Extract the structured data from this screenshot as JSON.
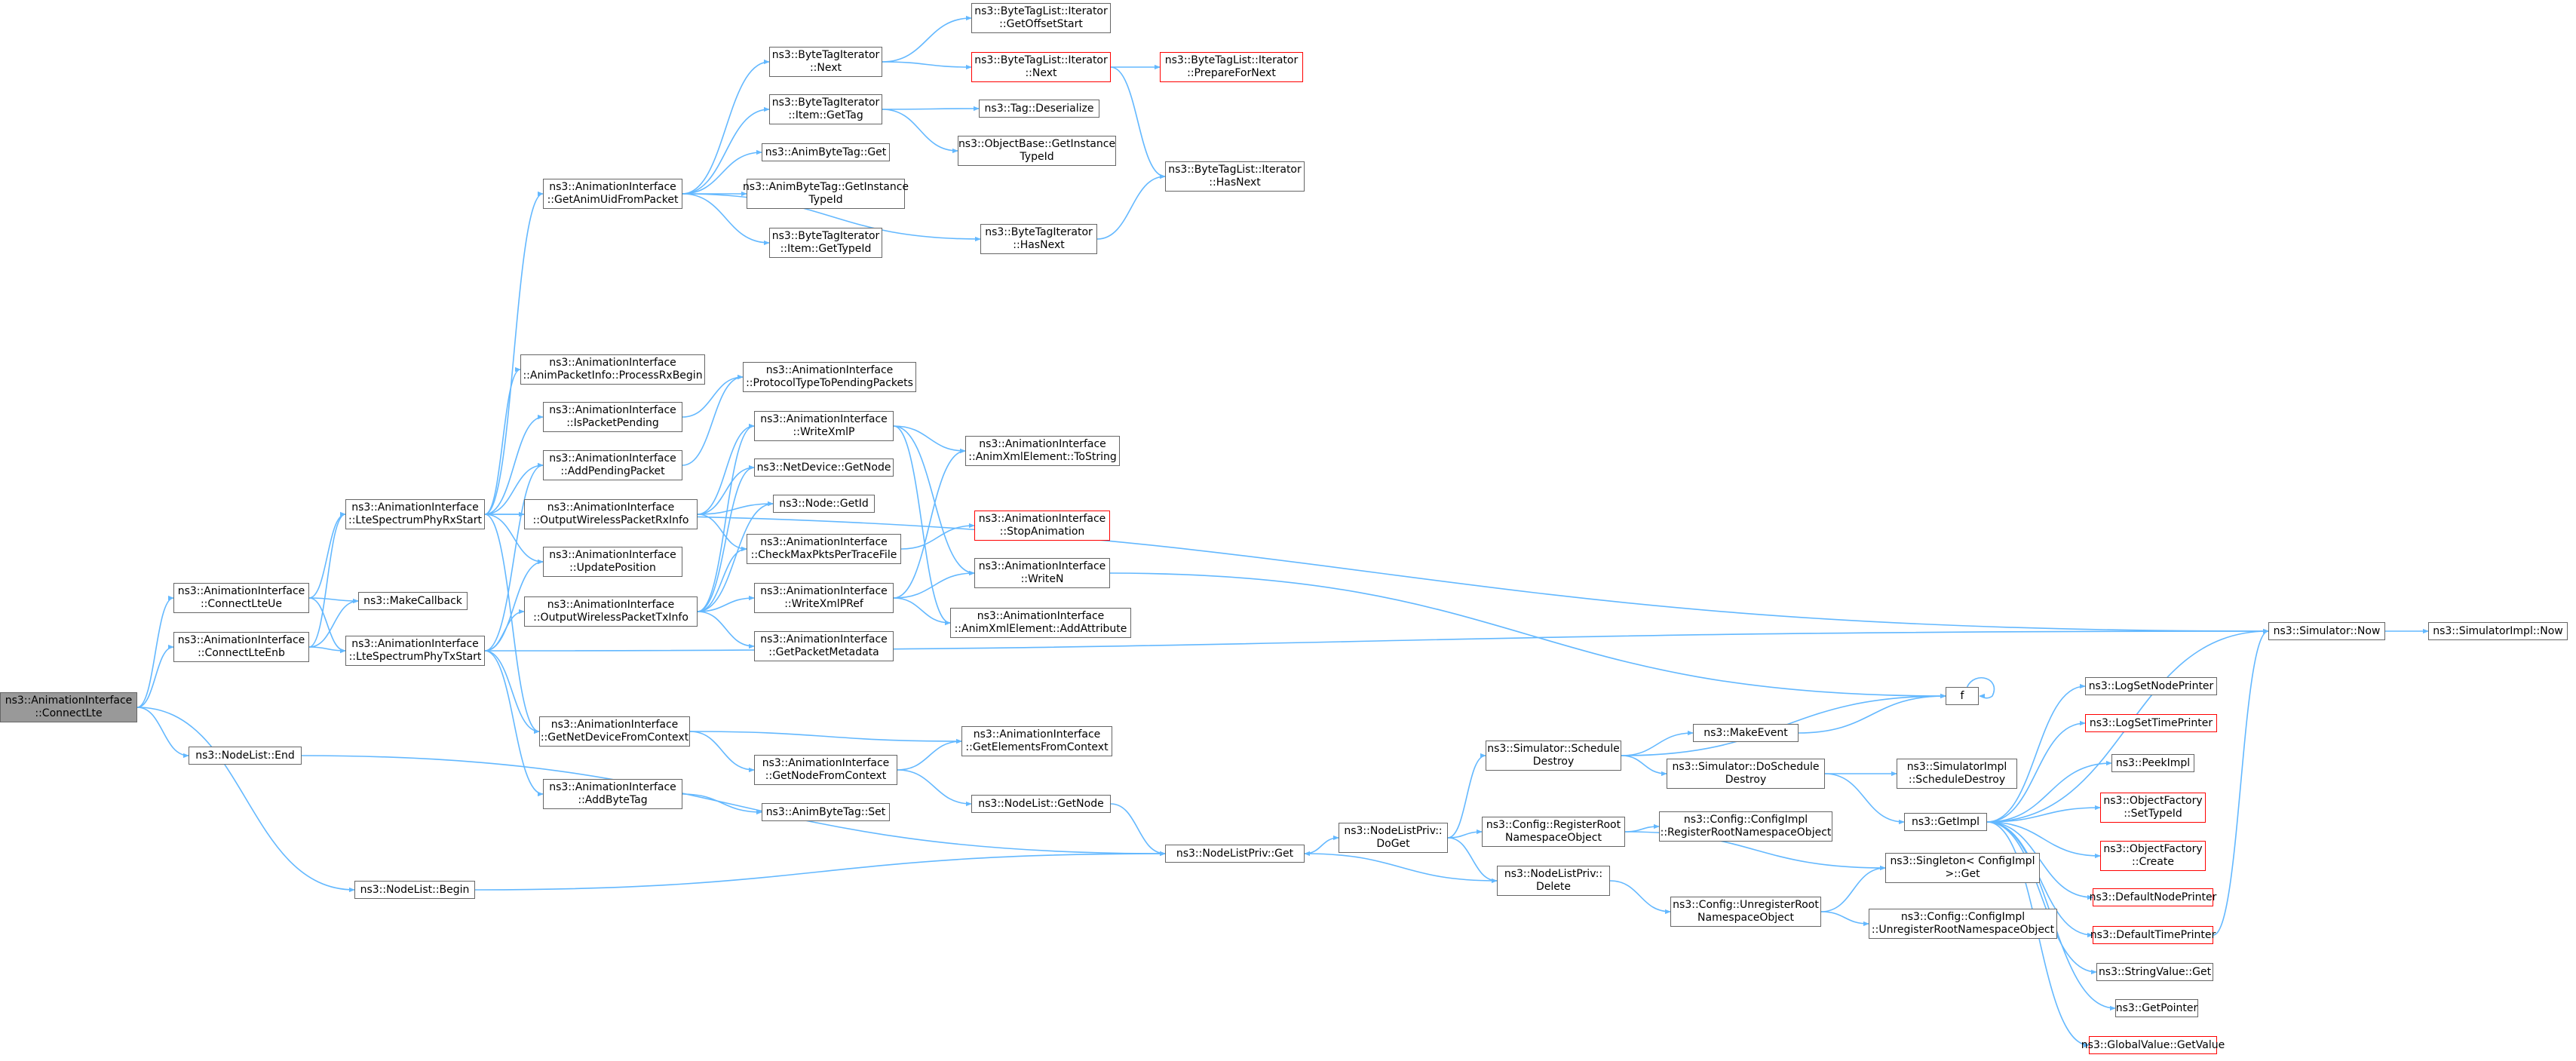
{
  "graph": {
    "edge_color": "#63b8ff",
    "node_border_color": "#666666",
    "truncated_border_color": "#ff0000",
    "root_fill": "#999999",
    "nodes": [
      {
        "id": "root",
        "label": "ns3::AnimationInterface\n::ConnectLte",
        "root": true
      },
      {
        "id": "connectLteUe",
        "label": "ns3::AnimationInterface\n::ConnectLteUe"
      },
      {
        "id": "connectLteEnb",
        "label": "ns3::AnimationInterface\n::ConnectLteEnb"
      },
      {
        "id": "nodeListEnd",
        "label": "ns3::NodeList::End"
      },
      {
        "id": "nodeListBegin",
        "label": "ns3::NodeList::Begin"
      },
      {
        "id": "makeCallback",
        "label": "ns3::MakeCallback"
      },
      {
        "id": "lteRx",
        "label": "ns3::AnimationInterface\n::LteSpectrumPhyRxStart"
      },
      {
        "id": "lteTx",
        "label": "ns3::AnimationInterface\n::LteSpectrumPhyTxStart"
      },
      {
        "id": "getAnimUid",
        "label": "ns3::AnimationInterface\n::GetAnimUidFromPacket"
      },
      {
        "id": "processRxBegin",
        "label": "ns3::AnimationInterface\n::AnimPacketInfo::ProcessRxBegin"
      },
      {
        "id": "isPacketPending",
        "label": "ns3::AnimationInterface\n::IsPacketPending"
      },
      {
        "id": "addPendingPacket",
        "label": "ns3::AnimationInterface\n::AddPendingPacket"
      },
      {
        "id": "outRx",
        "label": "ns3::AnimationInterface\n::OutputWirelessPacketRxInfo"
      },
      {
        "id": "updatePosition",
        "label": "ns3::AnimationInterface\n::UpdatePosition"
      },
      {
        "id": "outTx",
        "label": "ns3::AnimationInterface\n::OutputWirelessPacketTxInfo"
      },
      {
        "id": "getNetDevFromCtx",
        "label": "ns3::AnimationInterface\n::GetNetDeviceFromContext"
      },
      {
        "id": "addByteTag",
        "label": "ns3::AnimationInterface\n::AddByteTag"
      },
      {
        "id": "btiNext",
        "label": "ns3::ByteTagIterator\n::Next"
      },
      {
        "id": "btiItemGetTag",
        "label": "ns3::ByteTagIterator\n::Item::GetTag"
      },
      {
        "id": "abtGet",
        "label": "ns3::AnimByteTag::Get"
      },
      {
        "id": "abtGetInstanceTypeId",
        "label": "ns3::AnimByteTag::GetInstance\nTypeId"
      },
      {
        "id": "btiItemGetTypeId",
        "label": "ns3::ByteTagIterator\n::Item::GetTypeId"
      },
      {
        "id": "btlGetOffsetStart",
        "label": "ns3::ByteTagList::Iterator\n::GetOffsetStart"
      },
      {
        "id": "btlNext",
        "label": "ns3::ByteTagList::Iterator\n::Next",
        "truncated": true
      },
      {
        "id": "tagDeserialize",
        "label": "ns3::Tag::Deserialize"
      },
      {
        "id": "objBaseGetInstanceTypeId",
        "label": "ns3::ObjectBase::GetInstance\nTypeId"
      },
      {
        "id": "btiHasNext",
        "label": "ns3::ByteTagIterator\n::HasNext"
      },
      {
        "id": "btlPrepareForNext",
        "label": "ns3::ByteTagList::Iterator\n::PrepareForNext",
        "truncated": true
      },
      {
        "id": "btlHasNext",
        "label": "ns3::ByteTagList::Iterator\n::HasNext"
      },
      {
        "id": "protoTypeToPending",
        "label": "ns3::AnimationInterface\n::ProtocolTypeToPendingPackets"
      },
      {
        "id": "writeXmlP",
        "label": "ns3::AnimationInterface\n::WriteXmlP"
      },
      {
        "id": "netDeviceGetNode",
        "label": "ns3::NetDevice::GetNode"
      },
      {
        "id": "nodeGetId",
        "label": "ns3::Node::GetId"
      },
      {
        "id": "checkMaxPkts",
        "label": "ns3::AnimationInterface\n::CheckMaxPktsPerTraceFile"
      },
      {
        "id": "writeXmlPRef",
        "label": "ns3::AnimationInterface\n::WriteXmlPRef"
      },
      {
        "id": "getPacketMetadata",
        "label": "ns3::AnimationInterface\n::GetPacketMetadata"
      },
      {
        "id": "animXmlToString",
        "label": "ns3::AnimationInterface\n::AnimXmlElement::ToString"
      },
      {
        "id": "stopAnimation",
        "label": "ns3::AnimationInterface\n::StopAnimation",
        "truncated": true
      },
      {
        "id": "writeN",
        "label": "ns3::AnimationInterface\n::WriteN"
      },
      {
        "id": "animXmlAddAttr",
        "label": "ns3::AnimationInterface\n::AnimXmlElement::AddAttribute"
      },
      {
        "id": "getNodeFromCtx",
        "label": "ns3::AnimationInterface\n::GetNodeFromContext"
      },
      {
        "id": "getElementsFromCtx",
        "label": "ns3::AnimationInterface\n::GetElementsFromContext"
      },
      {
        "id": "abtSet",
        "label": "ns3::AnimByteTag::Set"
      },
      {
        "id": "nodeListGetNode",
        "label": "ns3::NodeList::GetNode"
      },
      {
        "id": "nlpGet",
        "label": "ns3::NodeListPriv::Get"
      },
      {
        "id": "nlpDoGet",
        "label": "ns3::NodeListPriv::\nDoGet"
      },
      {
        "id": "simSchedDestroy",
        "label": "ns3::Simulator::Schedule\nDestroy"
      },
      {
        "id": "cfgRegisterRoot",
        "label": "ns3::Config::RegisterRoot\nNamespaceObject"
      },
      {
        "id": "nlpDelete",
        "label": "ns3::NodeListPriv::\nDelete"
      },
      {
        "id": "makeEvent",
        "label": "ns3::MakeEvent"
      },
      {
        "id": "simDoSchedDestroy",
        "label": "ns3::Simulator::DoSchedule\nDestroy"
      },
      {
        "id": "cfgImplRegisterRoot",
        "label": "ns3::Config::ConfigImpl\n::RegisterRootNamespaceObject"
      },
      {
        "id": "cfgUnregisterRoot",
        "label": "ns3::Config::UnregisterRoot\nNamespaceObject"
      },
      {
        "id": "singletonGet",
        "label": "ns3::Singleton< ConfigImpl\n>::Get"
      },
      {
        "id": "cfgImplUnregisterRoot",
        "label": "ns3::Config::ConfigImpl\n::UnregisterRootNamespaceObject"
      },
      {
        "id": "simImplSchedDestroy",
        "label": "ns3::SimulatorImpl\n::ScheduleDestroy"
      },
      {
        "id": "getImpl",
        "label": "ns3::GetImpl"
      },
      {
        "id": "f",
        "label": "f"
      },
      {
        "id": "simNow",
        "label": "ns3::Simulator::Now"
      },
      {
        "id": "simImplNow",
        "label": "ns3::SimulatorImpl::Now"
      },
      {
        "id": "logSetNodePrinter",
        "label": "ns3::LogSetNodePrinter"
      },
      {
        "id": "logSetTimePrinter",
        "label": "ns3::LogSetTimePrinter",
        "truncated": true
      },
      {
        "id": "peekImpl",
        "label": "ns3::PeekImpl"
      },
      {
        "id": "ofSetTypeId",
        "label": "ns3::ObjectFactory\n::SetTypeId",
        "truncated": true
      },
      {
        "id": "ofCreate",
        "label": "ns3::ObjectFactory\n::Create",
        "truncated": true
      },
      {
        "id": "defaultNodePrinter",
        "label": "ns3::DefaultNodePrinter",
        "truncated": true
      },
      {
        "id": "defaultTimePrinter",
        "label": "ns3::DefaultTimePrinter",
        "truncated": true
      },
      {
        "id": "stringValueGet",
        "label": "ns3::StringValue::Get"
      },
      {
        "id": "getPointer",
        "label": "ns3::GetPointer"
      },
      {
        "id": "globalValueGetValue",
        "label": "ns3::GlobalValue::GetValue",
        "truncated": true
      }
    ],
    "edges": [
      [
        "root",
        "connectLteUe"
      ],
      [
        "root",
        "connectLteEnb"
      ],
      [
        "root",
        "nodeListEnd"
      ],
      [
        "root",
        "nodeListBegin"
      ],
      [
        "connectLteUe",
        "makeCallback"
      ],
      [
        "connectLteUe",
        "lteRx"
      ],
      [
        "connectLteUe",
        "lteTx"
      ],
      [
        "connectLteEnb",
        "makeCallback"
      ],
      [
        "connectLteEnb",
        "lteRx"
      ],
      [
        "connectLteEnb",
        "lteTx"
      ],
      [
        "nodeListEnd",
        "nlpGet"
      ],
      [
        "nodeListBegin",
        "nlpGet"
      ],
      [
        "lteRx",
        "getAnimUid"
      ],
      [
        "lteRx",
        "processRxBegin"
      ],
      [
        "lteRx",
        "isPacketPending"
      ],
      [
        "lteRx",
        "addPendingPacket"
      ],
      [
        "lteRx",
        "outRx"
      ],
      [
        "lteRx",
        "updatePosition"
      ],
      [
        "lteRx",
        "getNetDevFromCtx"
      ],
      [
        "lteRx",
        "simNow"
      ],
      [
        "lteTx",
        "addByteTag"
      ],
      [
        "lteTx",
        "getNetDevFromCtx"
      ],
      [
        "lteTx",
        "outTx"
      ],
      [
        "lteTx",
        "updatePosition"
      ],
      [
        "lteTx",
        "addPendingPacket"
      ],
      [
        "lteTx",
        "simNow"
      ],
      [
        "getAnimUid",
        "btiNext"
      ],
      [
        "getAnimUid",
        "btiItemGetTag"
      ],
      [
        "getAnimUid",
        "abtGet"
      ],
      [
        "getAnimUid",
        "abtGetInstanceTypeId"
      ],
      [
        "getAnimUid",
        "btiItemGetTypeId"
      ],
      [
        "getAnimUid",
        "btiHasNext"
      ],
      [
        "btiNext",
        "btlGetOffsetStart"
      ],
      [
        "btiNext",
        "btlNext"
      ],
      [
        "btiItemGetTag",
        "tagDeserialize"
      ],
      [
        "btiItemGetTag",
        "objBaseGetInstanceTypeId"
      ],
      [
        "btlNext",
        "btlPrepareForNext"
      ],
      [
        "btlNext",
        "btlHasNext"
      ],
      [
        "btiHasNext",
        "btlHasNext"
      ],
      [
        "isPacketPending",
        "protoTypeToPending"
      ],
      [
        "addPendingPacket",
        "protoTypeToPending"
      ],
      [
        "outRx",
        "writeXmlP"
      ],
      [
        "outRx",
        "netDeviceGetNode"
      ],
      [
        "outRx",
        "nodeGetId"
      ],
      [
        "outRx",
        "checkMaxPkts"
      ],
      [
        "outTx",
        "writeXmlP"
      ],
      [
        "outTx",
        "netDeviceGetNode"
      ],
      [
        "outTx",
        "nodeGetId"
      ],
      [
        "outTx",
        "checkMaxPkts"
      ],
      [
        "outTx",
        "writeXmlPRef"
      ],
      [
        "outTx",
        "getPacketMetadata"
      ],
      [
        "writeXmlP",
        "animXmlToString"
      ],
      [
        "writeXmlP",
        "writeN"
      ],
      [
        "writeXmlP",
        "animXmlAddAttr"
      ],
      [
        "writeXmlPRef",
        "animXmlToString"
      ],
      [
        "writeXmlPRef",
        "writeN"
      ],
      [
        "writeXmlPRef",
        "animXmlAddAttr"
      ],
      [
        "checkMaxPkts",
        "stopAnimation"
      ],
      [
        "writeN",
        "f"
      ],
      [
        "getNetDevFromCtx",
        "getNodeFromCtx"
      ],
      [
        "getNetDevFromCtx",
        "getElementsFromCtx"
      ],
      [
        "getNodeFromCtx",
        "getElementsFromCtx"
      ],
      [
        "getNodeFromCtx",
        "nodeListGetNode"
      ],
      [
        "addByteTag",
        "abtSet"
      ],
      [
        "nodeListGetNode",
        "nlpGet"
      ],
      [
        "nlpGet",
        "nlpDoGet"
      ],
      [
        "nlpDoGet",
        "simSchedDestroy"
      ],
      [
        "nlpDoGet",
        "cfgRegisterRoot"
      ],
      [
        "nlpDoGet",
        "nlpDelete"
      ],
      [
        "nlpDelete",
        "nlpGet"
      ],
      [
        "nlpDelete",
        "cfgUnregisterRoot"
      ],
      [
        "simSchedDestroy",
        "makeEvent"
      ],
      [
        "simSchedDestroy",
        "simDoSchedDestroy"
      ],
      [
        "simSchedDestroy",
        "f"
      ],
      [
        "makeEvent",
        "f"
      ],
      [
        "f",
        "f"
      ],
      [
        "simDoSchedDestroy",
        "simImplSchedDestroy"
      ],
      [
        "simDoSchedDestroy",
        "getImpl"
      ],
      [
        "cfgRegisterRoot",
        "cfgImplRegisterRoot"
      ],
      [
        "cfgRegisterRoot",
        "singletonGet"
      ],
      [
        "cfgUnregisterRoot",
        "singletonGet"
      ],
      [
        "cfgUnregisterRoot",
        "cfgImplUnregisterRoot"
      ],
      [
        "simNow",
        "simImplNow"
      ],
      [
        "getImpl",
        "simNow"
      ],
      [
        "getImpl",
        "logSetNodePrinter"
      ],
      [
        "getImpl",
        "logSetTimePrinter"
      ],
      [
        "getImpl",
        "peekImpl"
      ],
      [
        "getImpl",
        "ofSetTypeId"
      ],
      [
        "getImpl",
        "ofCreate"
      ],
      [
        "getImpl",
        "defaultNodePrinter"
      ],
      [
        "getImpl",
        "defaultTimePrinter"
      ],
      [
        "getImpl",
        "stringValueGet"
      ],
      [
        "getImpl",
        "getPointer"
      ],
      [
        "getImpl",
        "globalValueGetValue"
      ],
      [
        "defaultTimePrinter",
        "simNow"
      ]
    ]
  }
}
